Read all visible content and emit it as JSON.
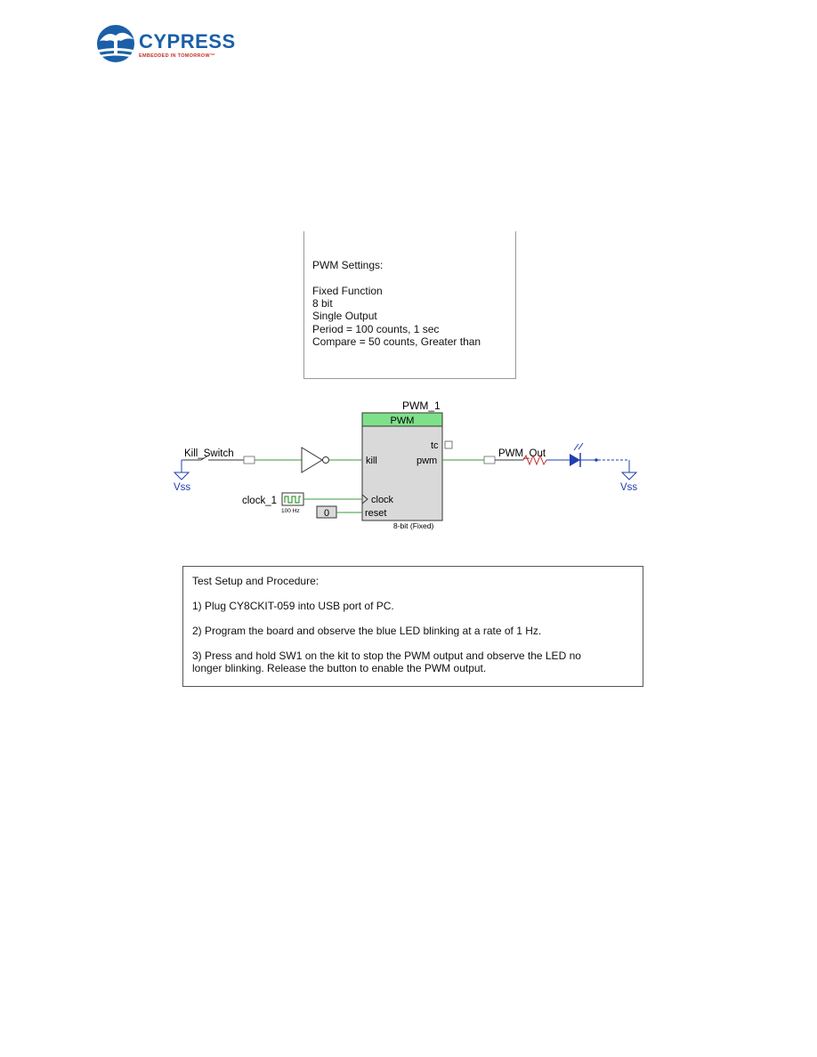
{
  "logo": {
    "name": "CYPRESS",
    "tagline": "EMBEDDED IN TOMORROW™",
    "colors": {
      "blue": "#1b5fa8",
      "red": "#c4302b"
    }
  },
  "settings_note": {
    "lines": [
      "PWM Settings:",
      "Fixed Function",
      "8 bit",
      "Single Output",
      "Period = 100 counts, 1 sec",
      "Compare = 50 counts, Greater than"
    ]
  },
  "schematic": {
    "instance_name": "PWM_1",
    "component_title": "PWM",
    "component_footer": "8-bit (Fixed)",
    "pins": {
      "tc": "tc",
      "kill": "kill",
      "pwm": "pwm",
      "clock": "clock",
      "reset": "reset"
    },
    "input_pin_name": "Kill_Switch",
    "output_pin_name": "PWM_Out",
    "clock_name": "clock_1",
    "clock_freq": "100 Hz",
    "reset_const": "0",
    "ground_left": "Vss",
    "ground_right": "Vss",
    "colors": {
      "header": "#7fe08a",
      "body": "#d9d9d9",
      "wire": "#3a9a3a",
      "net": "#1f3fb0"
    }
  },
  "test_note": {
    "lines": [
      "Test Setup and Procedure:",
      "1) Plug CY8CKIT-059 into USB port of PC.",
      "2) Program the board and observe the blue LED blinking at a rate of 1 Hz.",
      "3) Press and hold SW1 on the kit to stop the PWM output and observe the LED no",
      "longer blinking. Release the button to enable the PWM output."
    ]
  }
}
